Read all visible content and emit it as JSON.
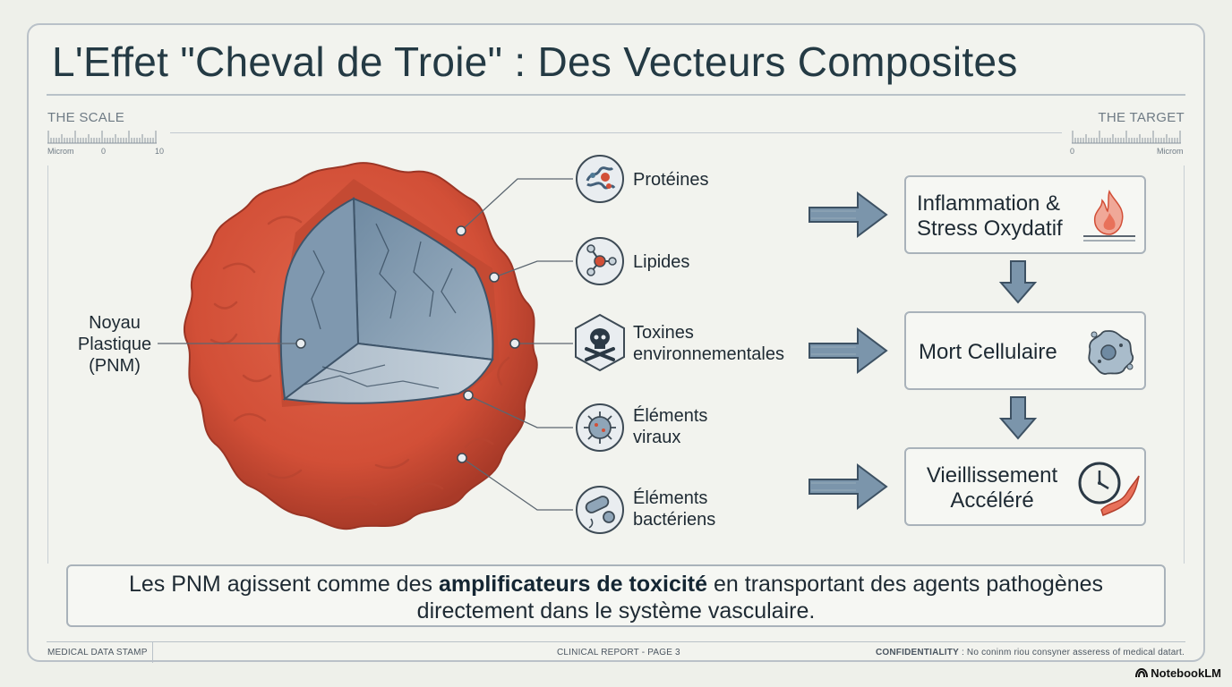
{
  "title": "L'Effet \"Cheval de Troie\" : Des Vecteurs Composites",
  "scale": {
    "left_label": "THE SCALE",
    "right_label": "THE TARGET",
    "left_unit": "Microm",
    "left_start": "0",
    "left_end": "10",
    "right_start": "0",
    "right_unit": "Microm"
  },
  "core": {
    "line1": "Noyau",
    "line2": "Plastique",
    "line3": "(PNM)"
  },
  "components": [
    {
      "line1": "Protéines",
      "line2": "",
      "icon": "protein-icon"
    },
    {
      "line1": "Lipides",
      "line2": "",
      "icon": "lipid-molecule-icon"
    },
    {
      "line1": "Toxines",
      "line2": "environnementales",
      "icon": "skull-crossbones-icon"
    },
    {
      "line1": "Éléments",
      "line2": "viraux",
      "icon": "virus-icon"
    },
    {
      "line1": "Éléments",
      "line2": "bactériens",
      "icon": "bacteria-icon"
    }
  ],
  "effects": [
    {
      "line1": "Inflammation &",
      "line2": "Stress Oxydatif",
      "icon": "flame-icon"
    },
    {
      "line1": "Mort Cellulaire",
      "line2": "",
      "icon": "dying-cell-icon"
    },
    {
      "line1": "Vieillissement",
      "line2": "Accéléré",
      "icon": "clock-icon"
    }
  ],
  "summary": {
    "before": "Les PNM agissent comme des ",
    "bold": "amplificateurs de toxicité",
    "after": " en transportant des agents pathogènes",
    "line2": "directement dans le système vasculaire."
  },
  "footer": {
    "left": "MEDICAL DATA STAMP",
    "center": "CLINICAL REPORT - PAGE 3",
    "right_bold": "CONFIDENTIALITY",
    "right_rest": " : No coninm riou consyner asseress of medical datart."
  },
  "brand": "NotebookLM",
  "colors": {
    "shell": "#d9523b",
    "shell_dark": "#b33f2c",
    "core": "#8fa5b8",
    "arrow": "#7b95ab",
    "text": "#1e2a33"
  }
}
